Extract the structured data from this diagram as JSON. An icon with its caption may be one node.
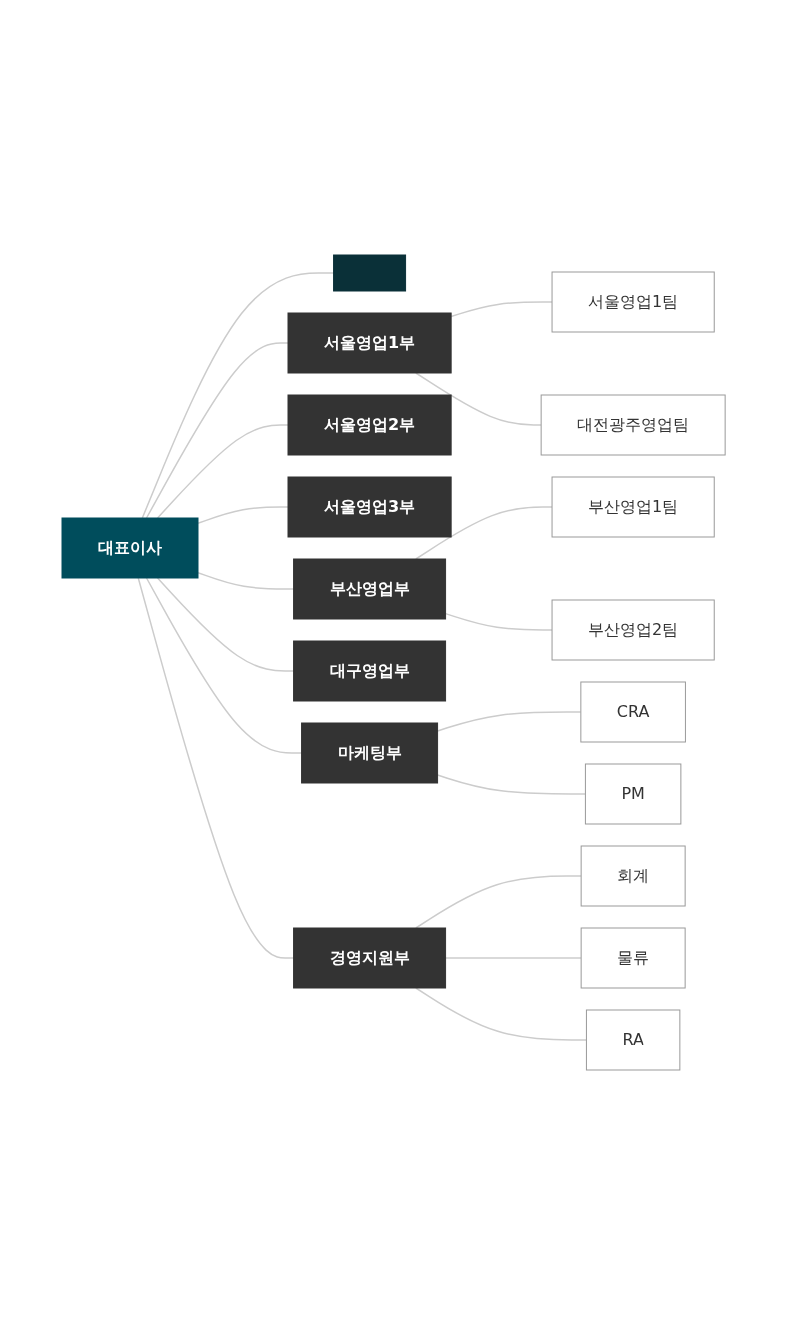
{
  "diagram": {
    "nodes": [
      {
        "text": [
          "대표이사"
        ]
      },
      {
        "text": [],
        "shape": "box"
      },
      {
        "text": [
          "서울영업1부"
        ]
      },
      {
        "text": [
          "서울영업1팀"
        ]
      },
      {
        "text": [
          "대전광주영업팀"
        ]
      },
      {
        "text": [
          "서울영업2부"
        ]
      },
      {
        "text": [
          "서울영업3부"
        ]
      },
      {
        "text": [
          "부산영업부"
        ]
      },
      {
        "text": [
          "부산영업1팀"
        ]
      },
      {
        "text": [
          "부산영업2팀"
        ]
      },
      {
        "text": [
          "대구영업부"
        ]
      },
      {
        "text": [
          "마케팅부"
        ]
      },
      {
        "text": [
          "CRA"
        ]
      },
      {
        "text": [
          "PM"
        ]
      },
      {
        "text": [
          "경영지원부"
        ]
      },
      {
        "text": [
          "회계"
        ]
      },
      {
        "text": [
          "물류"
        ]
      },
      {
        "text": [
          "RA"
        ]
      }
    ],
    "edges": [
      {
        "from": 0,
        "to": 1,
        "arrow": "none"
      },
      {
        "from": 0,
        "to": 2,
        "arrow": "none"
      },
      {
        "from": 2,
        "to": 3,
        "arrow": "none"
      },
      {
        "from": 2,
        "to": 4,
        "arrow": "none"
      },
      {
        "from": 0,
        "to": 5,
        "arrow": "none"
      },
      {
        "from": 0,
        "to": 6,
        "arrow": "none"
      },
      {
        "from": 0,
        "to": 7,
        "arrow": "none"
      },
      {
        "from": 7,
        "to": 8,
        "arrow": "none"
      },
      {
        "from": 7,
        "to": 9,
        "arrow": "none"
      },
      {
        "from": 0,
        "to": 10,
        "arrow": "none"
      },
      {
        "from": 0,
        "to": 11,
        "arrow": "none"
      },
      {
        "from": 11,
        "to": 12,
        "arrow": "none"
      },
      {
        "from": 11,
        "to": 13,
        "arrow": "none"
      },
      {
        "from": 0,
        "to": 14,
        "arrow": "none"
      },
      {
        "from": 14,
        "to": 15,
        "arrow": "none"
      },
      {
        "from": 14,
        "to": 16,
        "arrow": "none"
      },
      {
        "from": 14,
        "to": 17,
        "arrow": "none"
      }
    ]
  }
}
